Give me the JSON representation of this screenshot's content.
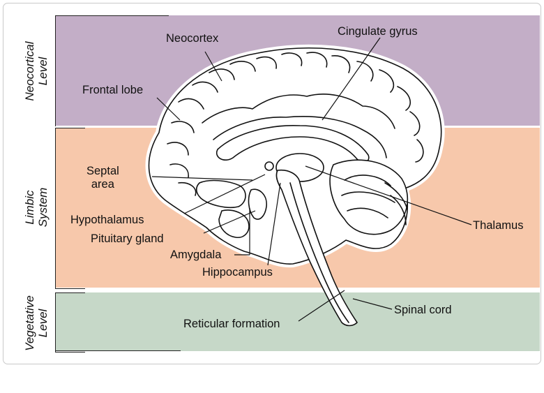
{
  "levels": {
    "neocortical": [
      "Neocortical",
      "Level"
    ],
    "limbic": [
      "Limbic",
      "System"
    ],
    "vegetative": [
      "Vegetative",
      "Level"
    ]
  },
  "colors": {
    "neocortical_band": "#c3aec7",
    "limbic_band": "#f7c8ab",
    "vegetative_band": "#c6d8c8",
    "outline": "#111111"
  },
  "labels": {
    "neocortex": "Neocortex",
    "cingulate_gyrus": "Cingulate gyrus",
    "frontal_lobe": "Frontal lobe",
    "septal_area": [
      "Septal",
      "area"
    ],
    "hypothalamus": "Hypothalamus",
    "pituitary_gland": "Pituitary gland",
    "amygdala": "Amygdala",
    "hippocampus": "Hippocampus",
    "thalamus": "Thalamus",
    "spinal_cord": "Spinal cord",
    "reticular_formation": "Reticular formation"
  }
}
